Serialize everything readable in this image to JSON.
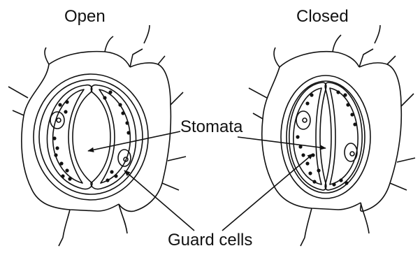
{
  "labels": {
    "open": "Open",
    "closed": "Closed",
    "stomata": "Stomata",
    "guard_cells": "Guard cells"
  },
  "colors": {
    "line": "#111111",
    "background": "#ffffff"
  }
}
